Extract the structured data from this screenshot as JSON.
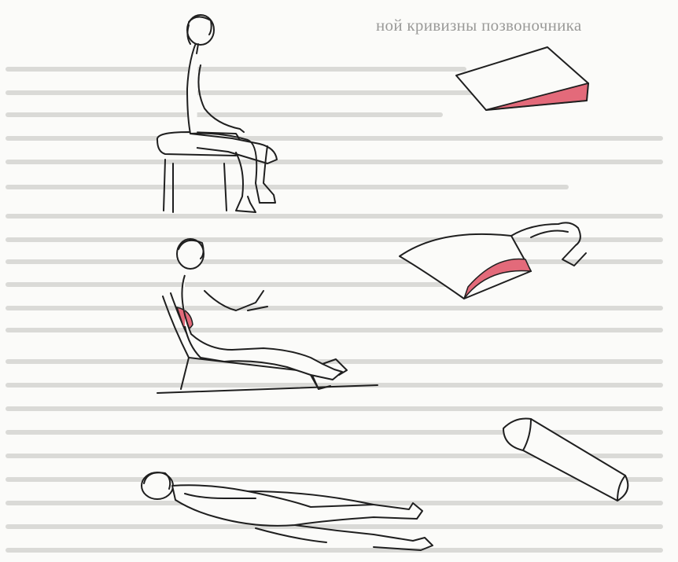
{
  "header": {
    "fragment_text": "ной кривизны позвоночника"
  },
  "colors": {
    "ink": "#1f1f1f",
    "paper": "#fbfbf9",
    "accent_pink": "#e36a7a",
    "ghost_text": "#bdbdba"
  },
  "figures": [
    {
      "name": "seated-woman-on-wedge",
      "icon": "person-sitting"
    },
    {
      "name": "woman-reclined-with-lumbar-roll",
      "icon": "person-reclining"
    },
    {
      "name": "woman-lying-supine",
      "icon": "person-lying"
    }
  ],
  "supports": [
    {
      "name": "wedge-cushion",
      "icon": "wedge"
    },
    {
      "name": "lumbar-roll-with-strap",
      "icon": "lumbar-roll"
    },
    {
      "name": "cylindrical-pillow",
      "icon": "bolster"
    }
  ]
}
